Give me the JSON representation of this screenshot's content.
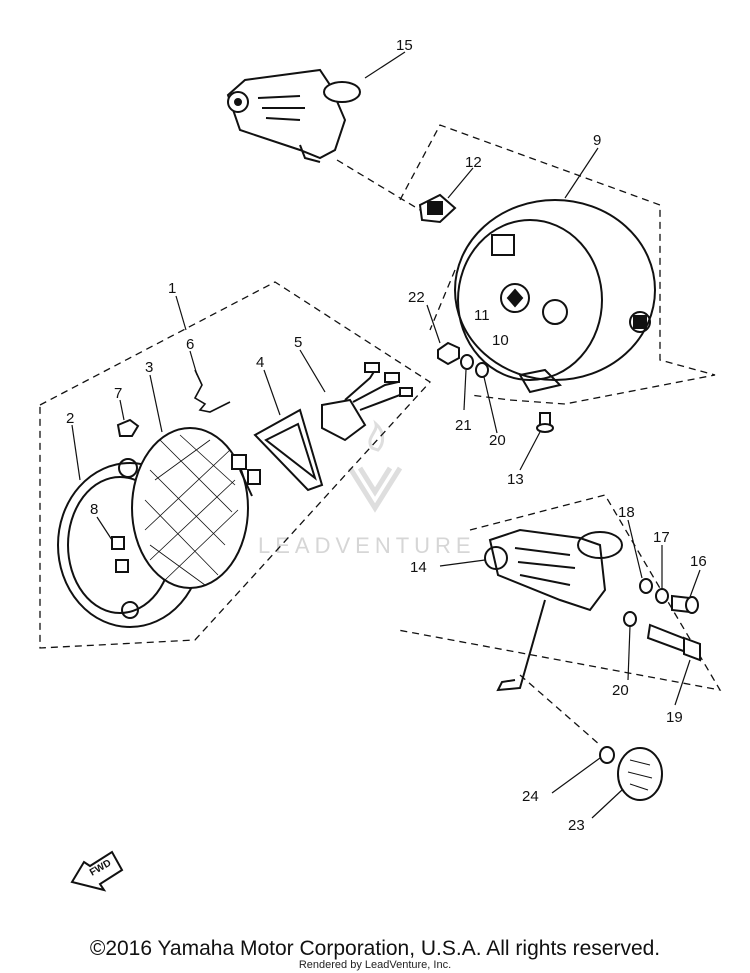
{
  "callouts": [
    "1",
    "2",
    "3",
    "4",
    "5",
    "6",
    "7",
    "8",
    "9",
    "10",
    "11",
    "12",
    "13",
    "14",
    "15",
    "16",
    "17",
    "18",
    "19",
    "20",
    "20",
    "21",
    "22",
    "23",
    "24"
  ],
  "fwd_label": "FWD",
  "watermark": "LEADVENTURE",
  "copyright": "©2016 Yamaha Motor Corporation, U.S.A. All rights reserved.",
  "render_note": "Rendered by LeadVenture, Inc."
}
